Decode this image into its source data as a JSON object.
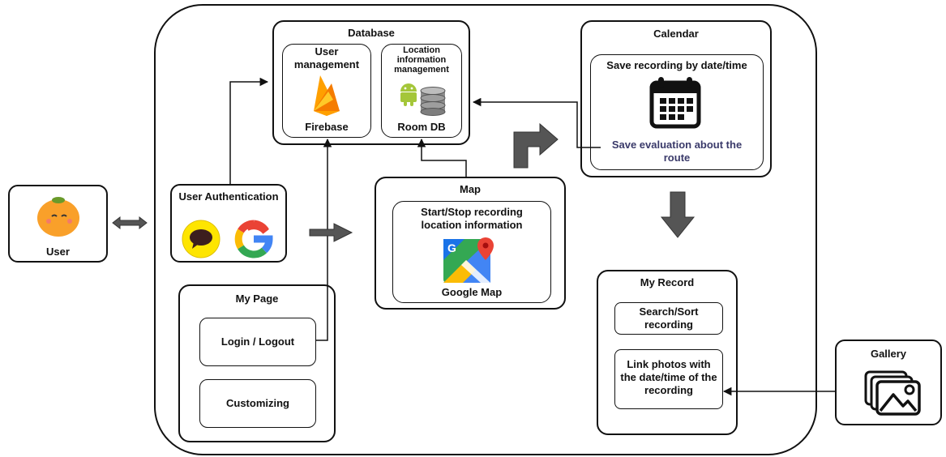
{
  "user": {
    "label": "User"
  },
  "database": {
    "title": "Database",
    "user_management": {
      "label": "User management",
      "service": "Firebase"
    },
    "location_management": {
      "label": "Location information management",
      "service": "Room DB"
    }
  },
  "calendar": {
    "title": "Calendar",
    "save_recording": "Save recording by date/time",
    "save_evaluation": "Save evaluation about the route"
  },
  "auth": {
    "title": "User Authentication"
  },
  "map": {
    "title": "Map",
    "recording": "Start/Stop recording location information",
    "service": "Google Map"
  },
  "mypage": {
    "title": "My Page",
    "login": "Login / Logout",
    "customizing": "Customizing"
  },
  "myrecord": {
    "title": "My Record",
    "search": "Search/Sort recording",
    "link": "Link photos with the date/time of the recording"
  },
  "gallery": {
    "title": "Gallery"
  },
  "colors": {
    "firebase_orange": "#F6A623",
    "android_green": "#A4C639",
    "kakao_yellow": "#FEE500",
    "evaluation_text": "#3a3a6a"
  }
}
